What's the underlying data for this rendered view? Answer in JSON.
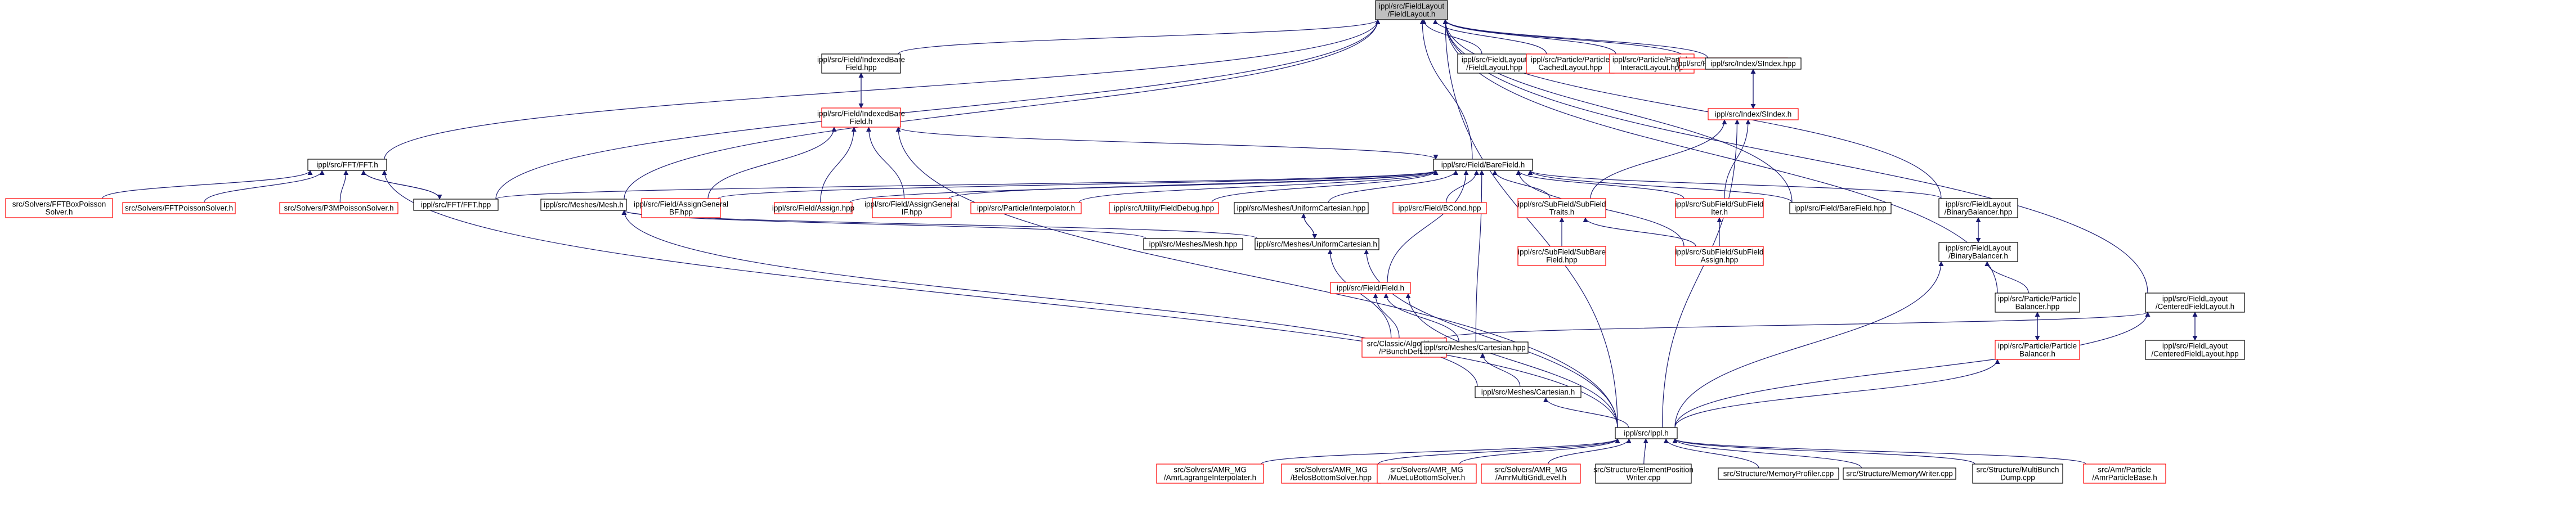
{
  "diagram": {
    "colors": {
      "edge": "#191970",
      "border_normal": "#000000",
      "border_missing": "#ff0000",
      "focus_fill": "#bfbfbf",
      "fill": "#ffffff"
    },
    "nodes": [
      {
        "id": "fieldlayout_h",
        "lines": [
          "ippl/src/FieldLayout",
          "/FieldLayout.h"
        ],
        "style": "focus"
      },
      {
        "id": "fieldlayout_hpp",
        "lines": [
          "ippl/src/FieldLayout",
          "/FieldLayout.hpp"
        ],
        "style": "normal"
      },
      {
        "id": "particle_cached",
        "lines": [
          "ippl/src/Particle/Particle",
          "CachedLayout.hpp"
        ],
        "style": "missing"
      },
      {
        "id": "particle_interact",
        "lines": [
          "ippl/src/Particle/Particle",
          "InteractLayout.hpp"
        ],
        "style": "missing"
      },
      {
        "id": "region_layout",
        "lines": [
          "ippl/src/Region/RegionLayout.hpp"
        ],
        "style": "missing"
      },
      {
        "id": "indexed_bare_hpp",
        "lines": [
          "ippl/src/Field/IndexedBare",
          "Field.hpp"
        ],
        "style": "normal"
      },
      {
        "id": "indexed_bare_h",
        "lines": [
          "ippl/src/Field/IndexedBare",
          "Field.h"
        ],
        "style": "missing"
      },
      {
        "id": "sindex_hpp",
        "lines": [
          "ippl/src/Index/SIndex.hpp"
        ],
        "style": "normal"
      },
      {
        "id": "sindex_h",
        "lines": [
          "ippl/src/Index/SIndex.h"
        ],
        "style": "missing"
      },
      {
        "id": "fft_h",
        "lines": [
          "ippl/src/FFT/FFT.h"
        ],
        "style": "normal"
      },
      {
        "id": "fft_hpp",
        "lines": [
          "ippl/src/FFT/FFT.hpp"
        ],
        "style": "normal"
      },
      {
        "id": "fftbox",
        "lines": [
          "src/Solvers/FFTBoxPoisson",
          "Solver.h"
        ],
        "style": "missing"
      },
      {
        "id": "fftpoisson",
        "lines": [
          "src/Solvers/FFTPoissonSolver.h"
        ],
        "style": "missing"
      },
      {
        "id": "p3m",
        "lines": [
          "src/Solvers/P3MPoissonSolver.h"
        ],
        "style": "missing"
      },
      {
        "id": "barefield_h",
        "lines": [
          "ippl/src/Field/BareField.h"
        ],
        "style": "normal"
      },
      {
        "id": "mesh_h",
        "lines": [
          "ippl/src/Meshes/Mesh.h"
        ],
        "style": "normal"
      },
      {
        "id": "assign_general_bf",
        "lines": [
          "ippl/src/Field/AssignGeneral",
          "BF.hpp"
        ],
        "style": "missing"
      },
      {
        "id": "assign_hpp",
        "lines": [
          "ippl/src/Field/Assign.hpp"
        ],
        "style": "missing"
      },
      {
        "id": "assign_general_if",
        "lines": [
          "ippl/src/Field/AssignGeneral",
          "IF.hpp"
        ],
        "style": "missing"
      },
      {
        "id": "interpolator",
        "lines": [
          "ippl/src/Particle/Interpolator.h"
        ],
        "style": "missing"
      },
      {
        "id": "fielddebug",
        "lines": [
          "ippl/src/Utility/FieldDebug.hpp"
        ],
        "style": "missing"
      },
      {
        "id": "uniformcart_hpp",
        "lines": [
          "ippl/src/Meshes/UniformCartesian.hpp"
        ],
        "style": "normal"
      },
      {
        "id": "bcond",
        "lines": [
          "ippl/src/Field/BCond.hpp"
        ],
        "style": "missing"
      },
      {
        "id": "subfield_traits",
        "lines": [
          "ippl/src/SubField/SubField",
          "Traits.h"
        ],
        "style": "missing"
      },
      {
        "id": "subfield_iter",
        "lines": [
          "ippl/src/SubField/SubField",
          "Iter.h"
        ],
        "style": "missing"
      },
      {
        "id": "barefield_hpp",
        "lines": [
          "ippl/src/Field/BareField.hpp"
        ],
        "style": "normal"
      },
      {
        "id": "binary_balancer_hpp",
        "lines": [
          "ippl/src/FieldLayout",
          "/BinaryBalancer.hpp"
        ],
        "style": "normal"
      },
      {
        "id": "binary_balancer_h",
        "lines": [
          "ippl/src/FieldLayout",
          "/BinaryBalancer.h"
        ],
        "style": "normal"
      },
      {
        "id": "mesh_hpp",
        "lines": [
          "ippl/src/Meshes/Mesh.hpp"
        ],
        "style": "normal"
      },
      {
        "id": "uniformcart_h",
        "lines": [
          "ippl/src/Meshes/UniformCartesian.h"
        ],
        "style": "normal"
      },
      {
        "id": "subfield_subbare",
        "lines": [
          "ippl/src/SubField/SubBare",
          "Field.hpp"
        ],
        "style": "missing"
      },
      {
        "id": "subfield_assign",
        "lines": [
          "ippl/src/SubField/SubField",
          "Assign.hpp"
        ],
        "style": "missing"
      },
      {
        "id": "field_h",
        "lines": [
          "ippl/src/Field/Field.h"
        ],
        "style": "missing"
      },
      {
        "id": "particle_balancer_hpp",
        "lines": [
          "ippl/src/Particle/Particle",
          "Balancer.hpp"
        ],
        "style": "normal"
      },
      {
        "id": "particle_balancer_h",
        "lines": [
          "ippl/src/Particle/Particle",
          "Balancer.h"
        ],
        "style": "missing"
      },
      {
        "id": "centered_h",
        "lines": [
          "ippl/src/FieldLayout",
          "/CenteredFieldLayout.h"
        ],
        "style": "normal"
      },
      {
        "id": "centered_hpp",
        "lines": [
          "ippl/src/FieldLayout",
          "/CenteredFieldLayout.hpp"
        ],
        "style": "normal"
      },
      {
        "id": "pbunchdefs",
        "lines": [
          "src/Classic/Algorithms",
          "/PBunchDefs.h"
        ],
        "style": "missing"
      },
      {
        "id": "cartesian_hpp",
        "lines": [
          "ippl/src/Meshes/Cartesian.hpp"
        ],
        "style": "normal"
      },
      {
        "id": "cartesian_h",
        "lines": [
          "ippl/src/Meshes/Cartesian.h"
        ],
        "style": "normal"
      },
      {
        "id": "ippl_h",
        "lines": [
          "ippl/src/Ippl.h"
        ],
        "style": "normal"
      },
      {
        "id": "amr_lagrange",
        "lines": [
          "src/Solvers/AMR_MG",
          "/AmrLagrangeInterpolater.h"
        ],
        "style": "missing"
      },
      {
        "id": "amr_belos",
        "lines": [
          "src/Solvers/AMR_MG",
          "/BelosBottomSolver.hpp"
        ],
        "style": "missing"
      },
      {
        "id": "amr_muelu",
        "lines": [
          "src/Solvers/AMR_MG",
          "/MueLuBottomSolver.h"
        ],
        "style": "missing"
      },
      {
        "id": "amr_gridlevel",
        "lines": [
          "src/Solvers/AMR_MG",
          "/AmrMultiGridLevel.h"
        ],
        "style": "missing"
      },
      {
        "id": "element_position",
        "lines": [
          "src/Structure/ElementPosition",
          "Writer.cpp"
        ],
        "style": "normal"
      },
      {
        "id": "memory_profiler",
        "lines": [
          "src/Structure/MemoryProfiler.cpp"
        ],
        "style": "normal"
      },
      {
        "id": "memory_writer",
        "lines": [
          "src/Structure/MemoryWriter.cpp"
        ],
        "style": "normal"
      },
      {
        "id": "multibunch",
        "lines": [
          "src/Structure/MultiBunch",
          "Dump.cpp"
        ],
        "style": "normal"
      },
      {
        "id": "amr_particle_base",
        "lines": [
          "src/Amr/Particle",
          "/AmrParticleBase.h"
        ],
        "style": "missing"
      }
    ],
    "edges": [
      [
        "fieldlayout_hpp",
        "fieldlayout_h"
      ],
      [
        "particle_cached",
        "fieldlayout_h"
      ],
      [
        "particle_interact",
        "fieldlayout_h"
      ],
      [
        "region_layout",
        "fieldlayout_h"
      ],
      [
        "indexed_bare_hpp",
        "fieldlayout_h"
      ],
      [
        "sindex_hpp",
        "fieldlayout_h"
      ],
      [
        "fft_h",
        "fieldlayout_h"
      ],
      [
        "fft_hpp",
        "fieldlayout_h"
      ],
      [
        "barefield_h",
        "fieldlayout_h"
      ],
      [
        "mesh_h",
        "fieldlayout_h"
      ],
      [
        "barefield_hpp",
        "fieldlayout_h"
      ],
      [
        "binary_balancer_hpp",
        "fieldlayout_h"
      ],
      [
        "particle_balancer_hpp",
        "fieldlayout_h"
      ],
      [
        "centered_h",
        "fieldlayout_h"
      ],
      [
        "ippl_h",
        "fieldlayout_h"
      ],
      [
        "indexed_bare_h",
        "indexed_bare_hpp"
      ],
      [
        "indexed_bare_hpp",
        "indexed_bare_h"
      ],
      [
        "sindex_h",
        "sindex_hpp"
      ],
      [
        "sindex_hpp",
        "sindex_h"
      ],
      [
        "fftbox",
        "fft_h"
      ],
      [
        "fftpoisson",
        "fft_h"
      ],
      [
        "p3m",
        "fft_h"
      ],
      [
        "fft_hpp",
        "fft_h"
      ],
      [
        "fft_h",
        "fft_hpp"
      ],
      [
        "ippl_h",
        "fft_h"
      ],
      [
        "indexed_bare_h",
        "barefield_h"
      ],
      [
        "assign_general_bf",
        "indexed_bare_h"
      ],
      [
        "assign_hpp",
        "indexed_bare_h"
      ],
      [
        "assign_general_if",
        "indexed_bare_h"
      ],
      [
        "ippl_h",
        "indexed_bare_h"
      ],
      [
        "subfield_traits",
        "sindex_h"
      ],
      [
        "subfield_iter",
        "sindex_h"
      ],
      [
        "ippl_h",
        "sindex_h"
      ],
      [
        "fft_hpp",
        "barefield_h"
      ],
      [
        "assign_general_bf",
        "barefield_h"
      ],
      [
        "assign_hpp",
        "barefield_h"
      ],
      [
        "assign_general_if",
        "barefield_h"
      ],
      [
        "interpolator",
        "barefield_h"
      ],
      [
        "fielddebug",
        "barefield_h"
      ],
      [
        "uniformcart_hpp",
        "barefield_h"
      ],
      [
        "bcond",
        "barefield_h"
      ],
      [
        "subfield_traits",
        "barefield_h"
      ],
      [
        "subfield_iter",
        "barefield_h"
      ],
      [
        "barefield_hpp",
        "barefield_h"
      ],
      [
        "binary_balancer_hpp",
        "barefield_h"
      ],
      [
        "field_h",
        "barefield_h"
      ],
      [
        "cartesian_hpp",
        "barefield_h"
      ],
      [
        "subfield_assign",
        "barefield_h"
      ],
      [
        "mesh_hpp",
        "mesh_h"
      ],
      [
        "uniformcart_h",
        "mesh_h"
      ],
      [
        "cartesian_h",
        "mesh_h"
      ],
      [
        "uniformcart_h",
        "uniformcart_hpp"
      ],
      [
        "uniformcart_hpp",
        "uniformcart_h"
      ],
      [
        "subfield_subbare",
        "subfield_traits"
      ],
      [
        "subfield_assign",
        "subfield_traits"
      ],
      [
        "subfield_assign",
        "subfield_iter"
      ],
      [
        "binary_balancer_h",
        "binary_balancer_hpp"
      ],
      [
        "binary_balancer_hpp",
        "binary_balancer_h"
      ],
      [
        "particle_balancer_hpp",
        "binary_balancer_h"
      ],
      [
        "ippl_h",
        "binary_balancer_h"
      ],
      [
        "pbunchdefs",
        "field_h"
      ],
      [
        "cartesian_hpp",
        "field_h"
      ],
      [
        "ippl_h",
        "field_h"
      ],
      [
        "pbunchdefs",
        "uniformcart_h"
      ],
      [
        "ippl_h",
        "uniformcart_h"
      ],
      [
        "particle_balancer_h",
        "particle_balancer_hpp"
      ],
      [
        "particle_balancer_hpp",
        "particle_balancer_h"
      ],
      [
        "ippl_h",
        "particle_balancer_h"
      ],
      [
        "centered_hpp",
        "centered_h"
      ],
      [
        "centered_h",
        "centered_hpp"
      ],
      [
        "pbunchdefs",
        "centered_h"
      ],
      [
        "ippl_h",
        "centered_h"
      ],
      [
        "cartesian_h",
        "cartesian_hpp"
      ],
      [
        "ippl_h",
        "cartesian_h"
      ],
      [
        "amr_lagrange",
        "ippl_h"
      ],
      [
        "amr_belos",
        "ippl_h"
      ],
      [
        "amr_muelu",
        "ippl_h"
      ],
      [
        "amr_gridlevel",
        "ippl_h"
      ],
      [
        "element_position",
        "ippl_h"
      ],
      [
        "memory_profiler",
        "ippl_h"
      ],
      [
        "memory_writer",
        "ippl_h"
      ],
      [
        "multibunch",
        "ippl_h"
      ],
      [
        "amr_particle_base",
        "ippl_h"
      ]
    ]
  }
}
